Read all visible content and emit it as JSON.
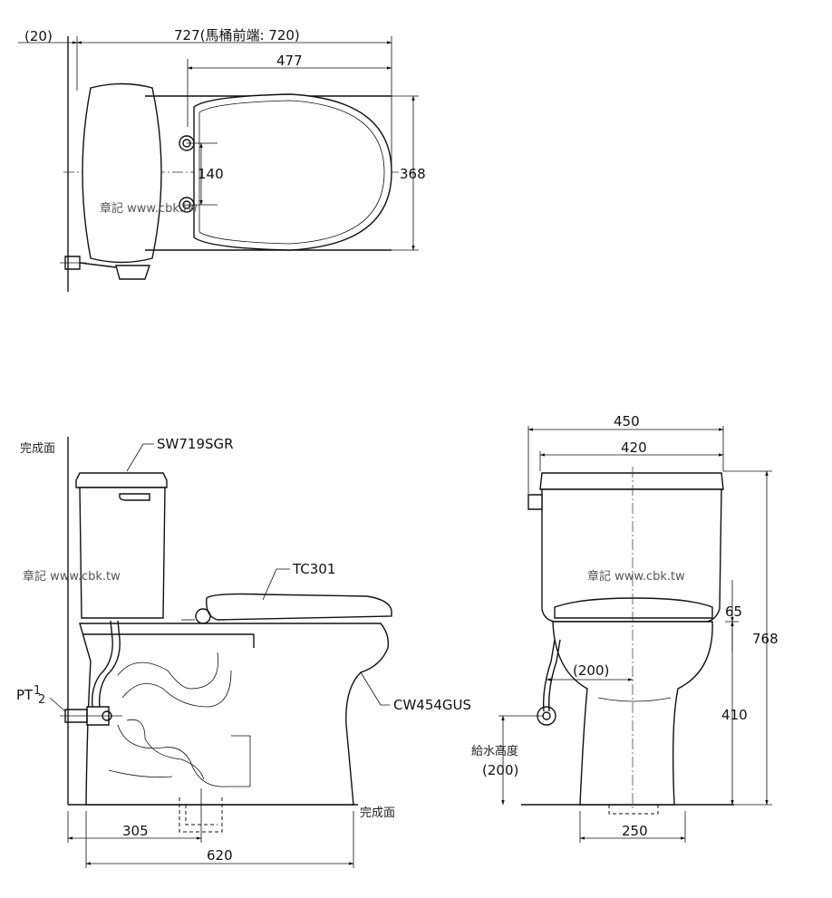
{
  "top_view": {
    "dim_offset": "(20)",
    "dim_total": "727(馬桶前端: 720)",
    "dim_seat": "477",
    "dim_bolt": "140",
    "dim_width": "368",
    "watermark": "章記 www.cbk.tw"
  },
  "side_view": {
    "floor_label_top": "完成面",
    "floor_label_bottom": "完成面",
    "lid_model": "SW719SGR",
    "seat_model": "TC301",
    "bowl_model": "CW454GUS",
    "pipe_label_main": "PT",
    "pipe_label_sup": "1",
    "pipe_label_sub": "2",
    "dim_rough": "305",
    "dim_depth": "620",
    "watermark": "章記 www.cbk.tw"
  },
  "front_view": {
    "dim_lid": "450",
    "dim_tank": "420",
    "dim_gap": "65",
    "dim_height": "768",
    "dim_supply": "(200)",
    "dim_seat_height": "410",
    "dim_base": "250",
    "supply_label": "給水高度",
    "supply_value": "(200)",
    "watermark": "章記 www.cbk.tw"
  }
}
